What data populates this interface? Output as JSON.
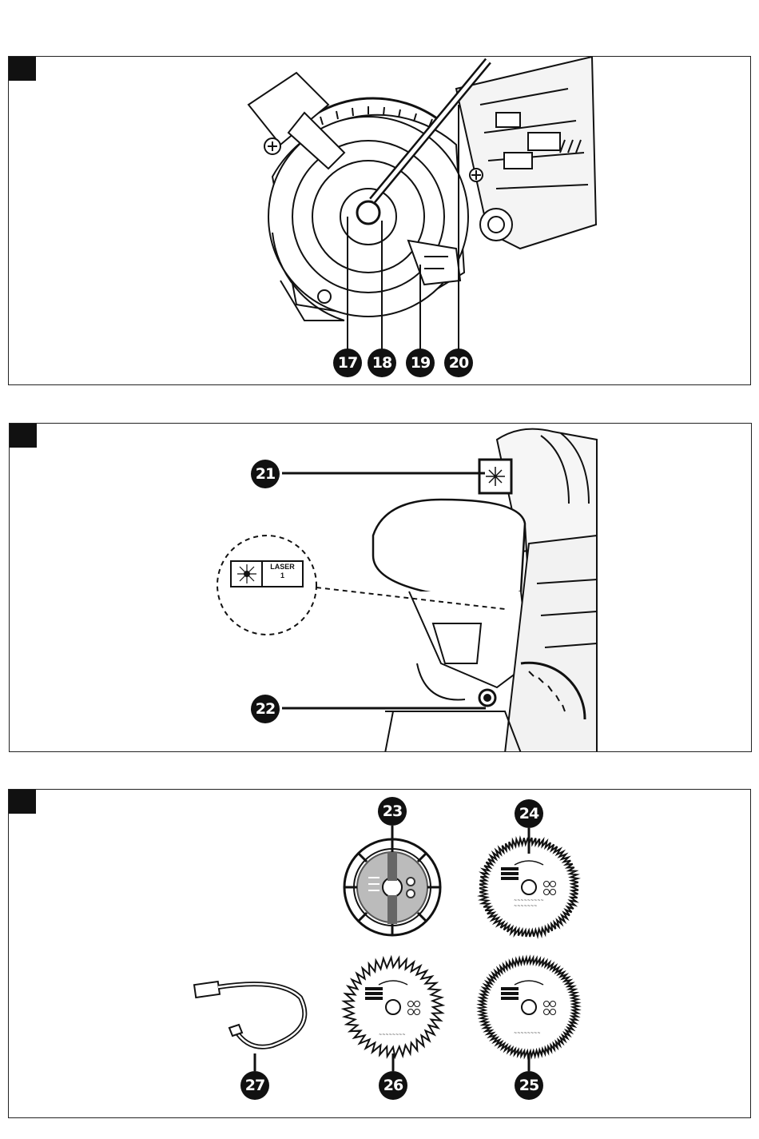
{
  "panel1": {
    "callouts": [
      "17",
      "18",
      "19",
      "20"
    ]
  },
  "panel2": {
    "callouts": [
      "21",
      "22"
    ],
    "label": {
      "line1": "LASER",
      "line2": "1"
    }
  },
  "panel3": {
    "callouts": [
      "23",
      "24",
      "25",
      "26",
      "27"
    ]
  },
  "colors": {
    "ink": "#111111",
    "paper": "#ffffff",
    "grey": "#888888"
  }
}
